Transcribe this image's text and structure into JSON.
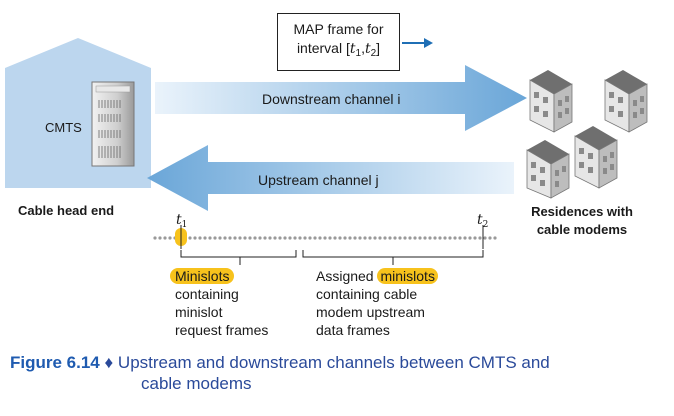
{
  "map_frame": {
    "line1": "MAP frame for",
    "line2_prefix": "interval [",
    "t1": "t",
    "t1_sub": "1",
    "sep": ",",
    "t2": "t",
    "t2_sub": "2",
    "line2_suffix": "]"
  },
  "head_end": {
    "cmts_label": "CMTS",
    "title": "Cable head end"
  },
  "channels": {
    "downstream": "Downstream channel i",
    "upstream": "Upstream channel j"
  },
  "residences": {
    "line1": "Residences with",
    "line2": "cable modems"
  },
  "timeline": {
    "t1": "t",
    "t1_sub": "1",
    "t2": "t",
    "t2_sub": "2"
  },
  "minislots_note": {
    "highlight": "Minislots",
    "lines": [
      "containing",
      "minislot",
      "request frames"
    ]
  },
  "assigned_note": {
    "prefix": "Assigned ",
    "highlight": "minislots",
    "lines": [
      "containing cable",
      "modem upstream",
      "data frames"
    ]
  },
  "caption": {
    "figure": "Figure 6.14",
    "bullet": "♦",
    "line1": "Upstream and downstream channels between CMTS and",
    "line2": "cable modems"
  },
  "colors": {
    "arrow_dark": "#6aa6d8",
    "arrow_light": "#e6f1fa",
    "building": "#bcd6ee",
    "highlight": "#f7c21c",
    "caption_blue": "#1f5bb0"
  }
}
